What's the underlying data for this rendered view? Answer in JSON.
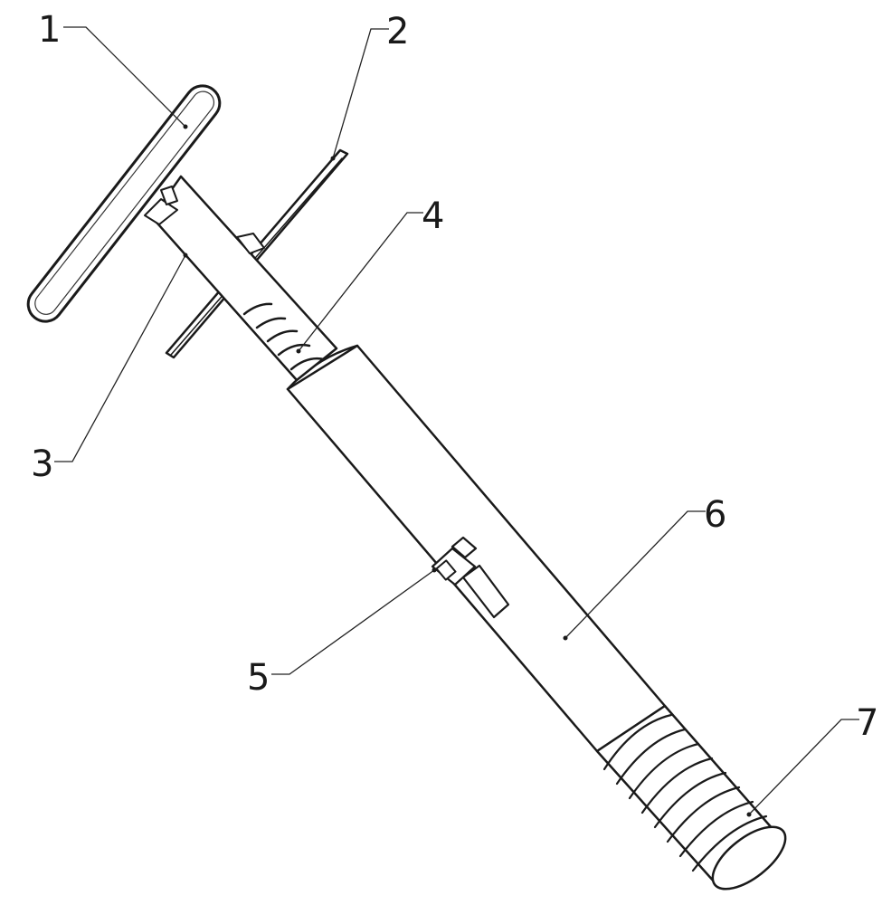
{
  "diagram": {
    "callouts": [
      {
        "id": "1",
        "label": "1"
      },
      {
        "id": "2",
        "label": "2"
      },
      {
        "id": "3",
        "label": "3"
      },
      {
        "id": "4",
        "label": "4"
      },
      {
        "id": "5",
        "label": "5"
      },
      {
        "id": "6",
        "label": "6"
      },
      {
        "id": "7",
        "label": "7"
      }
    ]
  },
  "colors": {
    "stroke": "#1a1a1a",
    "background": "#ffffff"
  }
}
